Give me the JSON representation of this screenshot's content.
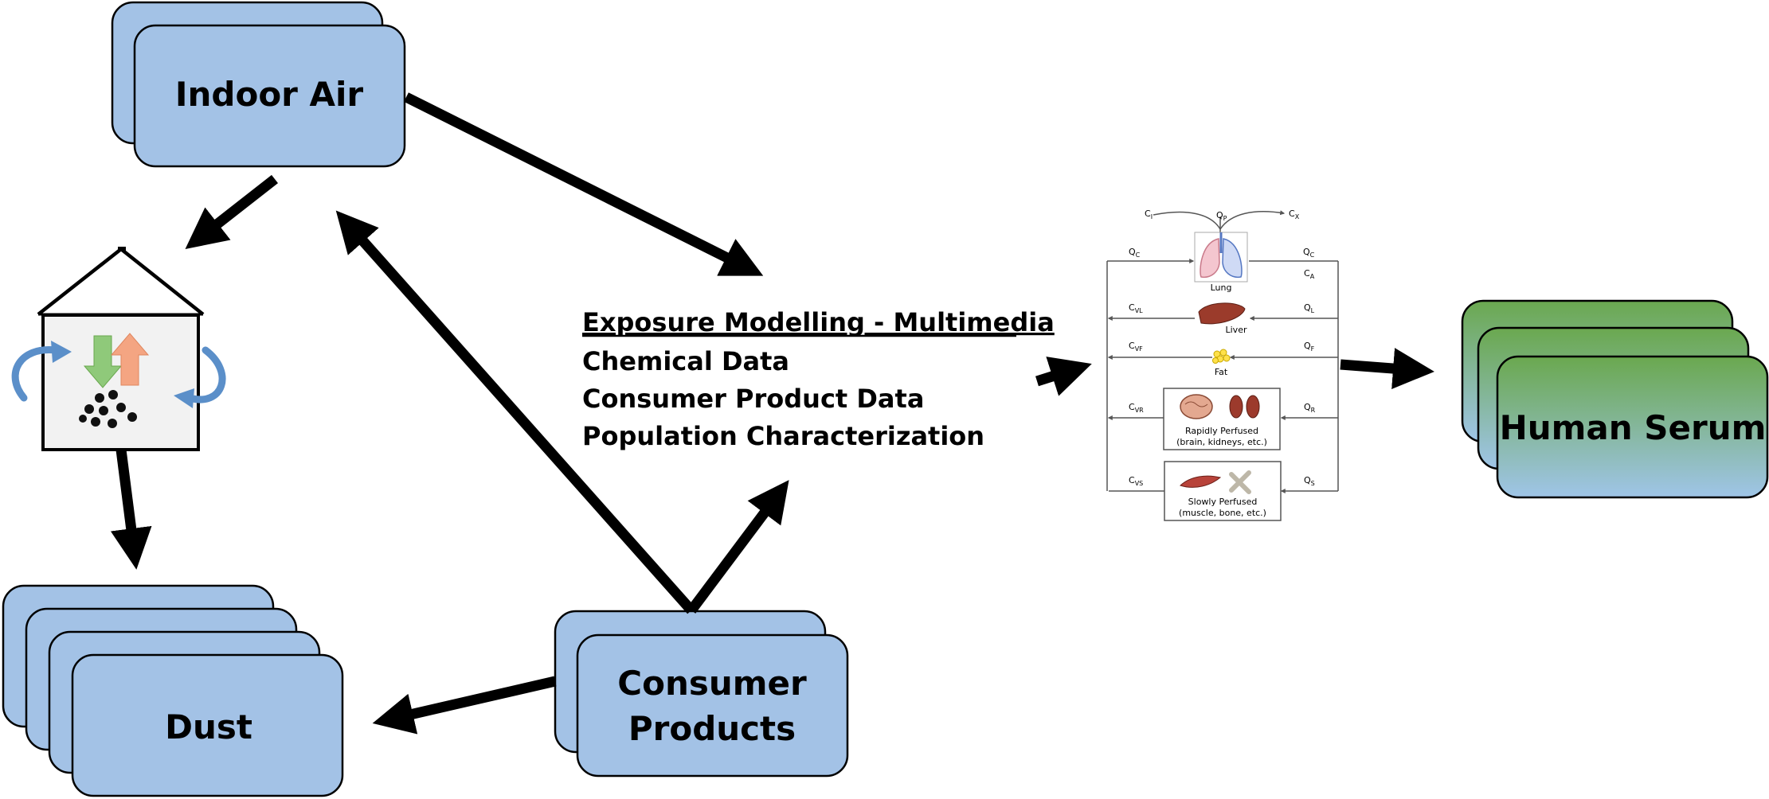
{
  "nodes": {
    "indoor_air": "Indoor Air",
    "dust": "Dust",
    "consumer_products_line1": "Consumer",
    "consumer_products_line2": "Products",
    "human_serum": "Human Serum"
  },
  "exposure": {
    "title": "Exposure Modelling - Multimedia",
    "items": [
      "Chemical Data",
      "Consumer Product Data",
      "Population Characterization"
    ]
  },
  "pbpk": {
    "top": {
      "ci": "C",
      "ci_sub": "I",
      "qp": "Q",
      "qp_sub": "P",
      "cx": "C",
      "cx_sub": "X"
    },
    "qc_left": {
      "t": "Q",
      "s": "C"
    },
    "qc_right": {
      "t": "Q",
      "s": "C"
    },
    "ca": {
      "t": "C",
      "s": "A"
    },
    "lung": "Lung",
    "liver": "Liver",
    "fat": "Fat",
    "rapid_line1": "Rapidly Perfused",
    "rapid_line2": "(brain, kidneys, etc.)",
    "slow_line1": "Slowly Perfused",
    "slow_line2": "(muscle, bone, etc.)",
    "cvl": {
      "t": "C",
      "s": "VL"
    },
    "ql": {
      "t": "Q",
      "s": "L"
    },
    "cvf": {
      "t": "C",
      "s": "VF"
    },
    "qf": {
      "t": "Q",
      "s": "F"
    },
    "cvr": {
      "t": "C",
      "s": "VR"
    },
    "qr": {
      "t": "Q",
      "s": "R"
    },
    "cvs": {
      "t": "C",
      "s": "VS"
    },
    "qs": {
      "t": "Q",
      "s": "S"
    }
  },
  "colors": {
    "box_fill": "#a3c2e6",
    "serum_top": "#6aa84f",
    "serum_bottom": "#9fc5e8",
    "arrow_up": "#f4a582",
    "arrow_down": "#8fc97a",
    "swirl": "#5b8fc9"
  }
}
